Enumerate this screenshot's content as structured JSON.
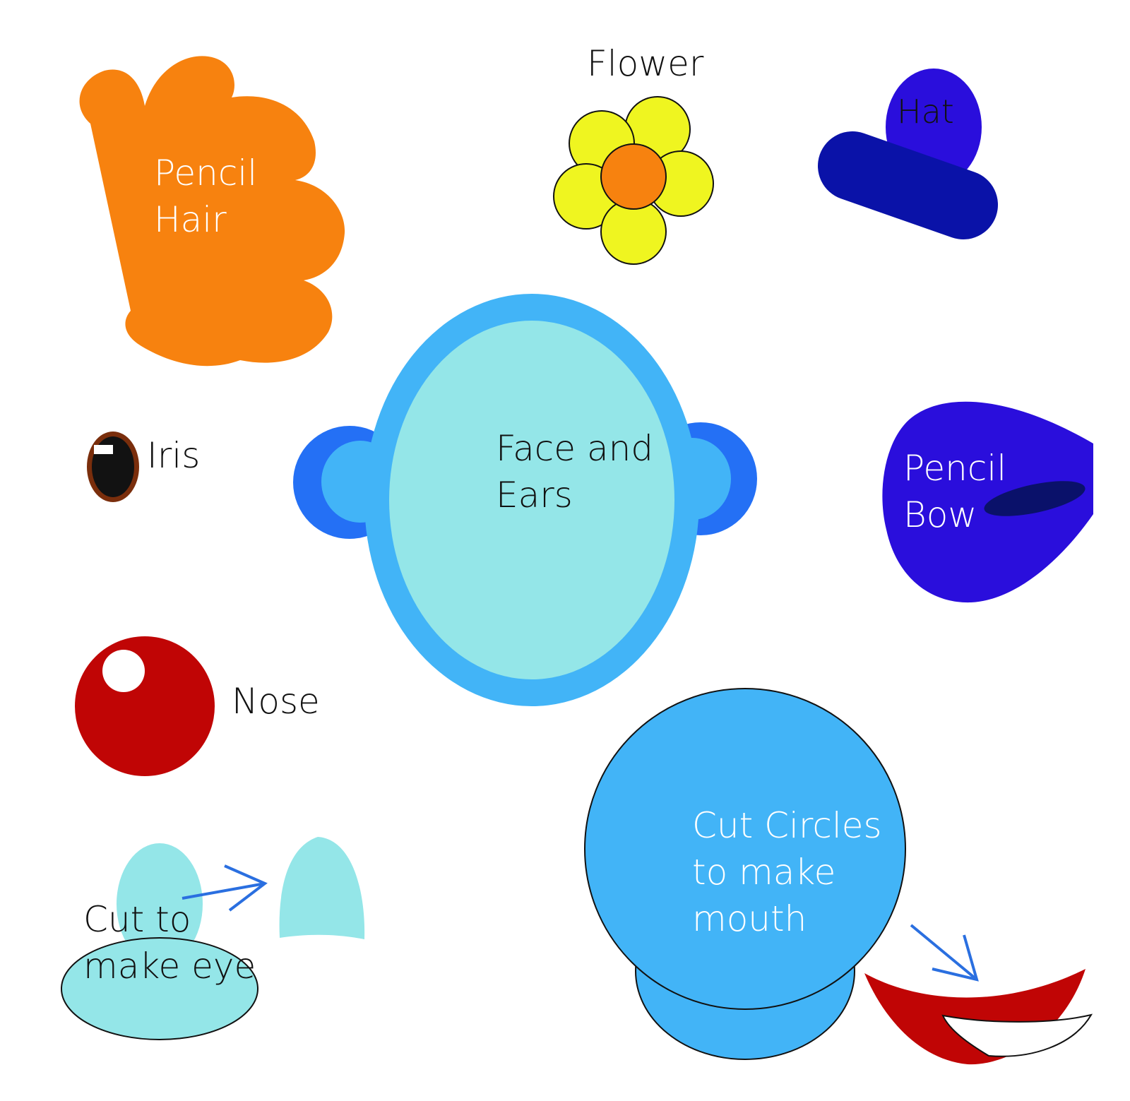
{
  "labels": {
    "pencil_hair": [
      "Pencil",
      "Hair"
    ],
    "flower": "Flower",
    "hat": "Hat",
    "iris": "Iris",
    "face_and_ears": [
      "Face and",
      "Ears"
    ],
    "pencil_bow": [
      "Pencil",
      "Bow"
    ],
    "nose": "Nose",
    "cut_eye": [
      "Cut to",
      "make eye"
    ],
    "cut_mouth": [
      "Cut Circles",
      "to make",
      "mouth"
    ]
  },
  "colors": {
    "hair": "#f7820f",
    "flower_petal": "#eff520",
    "flower_center": "#f7820f",
    "hat_top": "#2a0edc",
    "hat_brim": "#0a12a8",
    "face_outer": "#42b4f7",
    "face_inner": "#94e6e8",
    "ear_outer": "#2470f5",
    "ear_inner": "#42b4f7",
    "bow": "#2a0edc",
    "bow_knot": "#0a116a",
    "iris_ring": "#7a2e0c",
    "iris_pupil": "#121212",
    "nose": "#c00505",
    "eye_parts": "#94e6e8",
    "mouth_circle": "#42b4f7",
    "mouth_red": "#c00505",
    "arrow": "#2a6fe0",
    "label_light": "#ffffff",
    "label_dark": "#111111"
  }
}
